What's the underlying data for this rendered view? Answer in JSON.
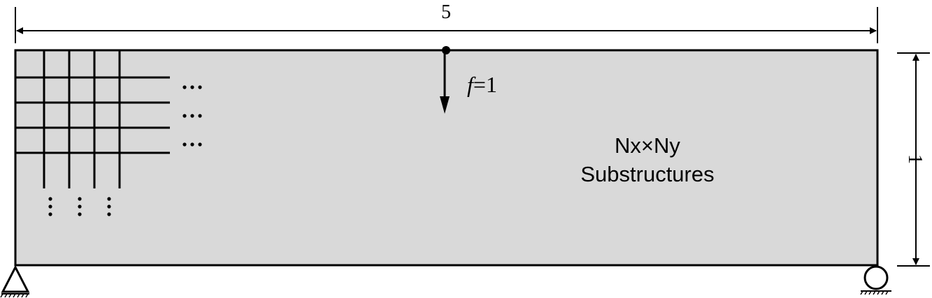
{
  "dimensions": {
    "width_label": "5",
    "height_label": "1"
  },
  "load": {
    "symbol": "f",
    "equals_value": "=1"
  },
  "substructures": {
    "line1": "Nx×Ny",
    "line2": "Substructures"
  },
  "colors": {
    "domain_fill": "#d9d9d9",
    "stroke": "#000000",
    "background": "#ffffff"
  }
}
